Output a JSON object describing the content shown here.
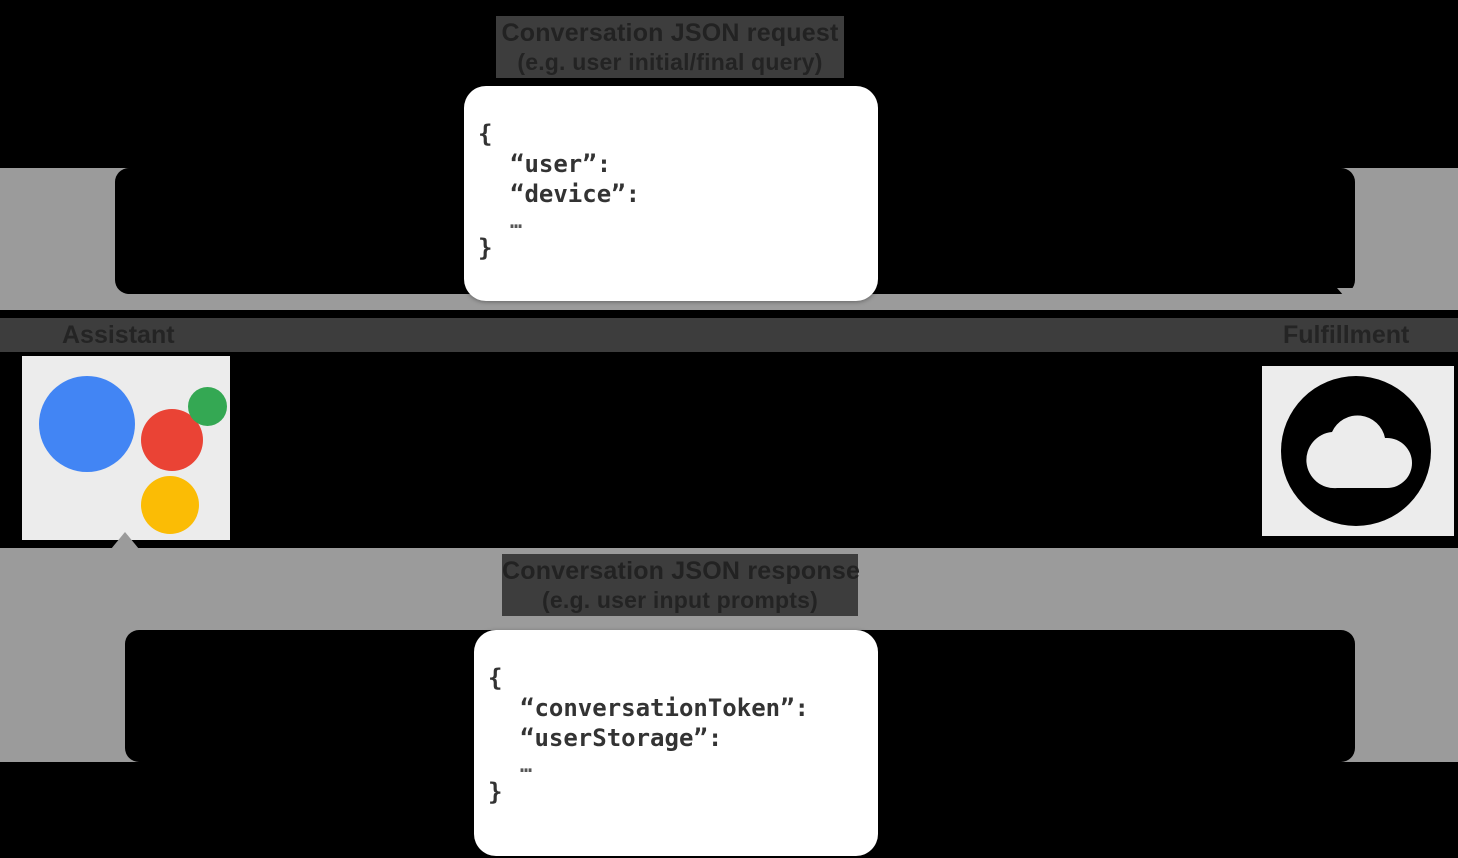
{
  "diagram": {
    "title_request": {
      "line1": "Conversation JSON request",
      "line2": "(e.g. user initial/final query)"
    },
    "title_response": {
      "line1": "Conversation JSON response",
      "line2": "(e.g. user input prompts)"
    },
    "nodes": {
      "assistant": {
        "label": "Assistant",
        "icon": "google-assistant-icon"
      },
      "fulfillment": {
        "label": "Fulfillment",
        "icon": "cloud-icon"
      }
    },
    "cards": {
      "request": {
        "open_brace": "{",
        "keys": [
          "“user”:",
          "“device”:"
        ],
        "ellipsis": "…",
        "close_brace": "}"
      },
      "response": {
        "open_brace": "{",
        "keys": [
          "“conversationToken”:",
          "“userStorage”:"
        ],
        "ellipsis": "…",
        "close_brace": "}"
      }
    },
    "colors": {
      "background": "#000000",
      "band": "#9b9b9b",
      "strip": "#3d3d3d",
      "tile": "#ececec",
      "card": "#ffffff",
      "assistant_blue": "#4285F4",
      "assistant_red": "#EA4335",
      "assistant_green": "#34A853",
      "assistant_yellow": "#FBBC05"
    }
  }
}
